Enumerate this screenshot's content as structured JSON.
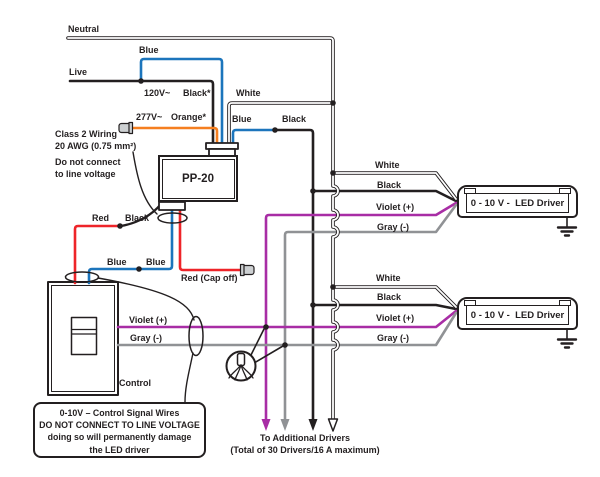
{
  "colors": {
    "black": "#231f20",
    "blue": "#1c75bc",
    "red": "#ee2429",
    "orange": "#f57f20",
    "violet": "#a82da5",
    "gray": "#909295",
    "white_wire": "#ffffff"
  },
  "supply": {
    "neutral": "Neutral",
    "live": "Live"
  },
  "top_labels": {
    "blue": "Blue",
    "v120": "120V~",
    "black": "Black*",
    "v277": "277V~",
    "orange": "Orange*",
    "white": "White",
    "blue_out": "Blue",
    "black_out": "Black"
  },
  "pp20": {
    "name": "PP-20"
  },
  "class2_note": {
    "l1": "Class 2 Wiring",
    "l2": "20 AWG (0.75 mm²)",
    "l3": "Do not connect",
    "l4": "to line voltage"
  },
  "low_voltage": {
    "red": "Red",
    "black": "Black",
    "blue_left": "Blue",
    "blue_right": "Blue",
    "red_cap": "Red (Cap off)"
  },
  "control": {
    "label": "Control",
    "violet": "Violet (+)",
    "gray": "Gray (-)"
  },
  "drivers": [
    {
      "label": "0 - 10 V -  LED Driver",
      "white": "White",
      "black": "Black",
      "violet": "Violet (+)",
      "gray": "Gray (-)"
    },
    {
      "label": "0 - 10 V -  LED Driver",
      "white": "White",
      "black": "Black",
      "violet": "Violet (+)",
      "gray": "Gray (-)"
    }
  ],
  "footer": {
    "l1": "To Additional Drivers",
    "l2": "(Total of 30 Drivers/16 A maximum)"
  },
  "warning": {
    "l1": "0-10V – Control Signal Wires",
    "l2": "DO NOT CONNECT TO LINE VOLTAGE",
    "l3": "doing so will permanently damage",
    "l4": "the LED driver"
  }
}
